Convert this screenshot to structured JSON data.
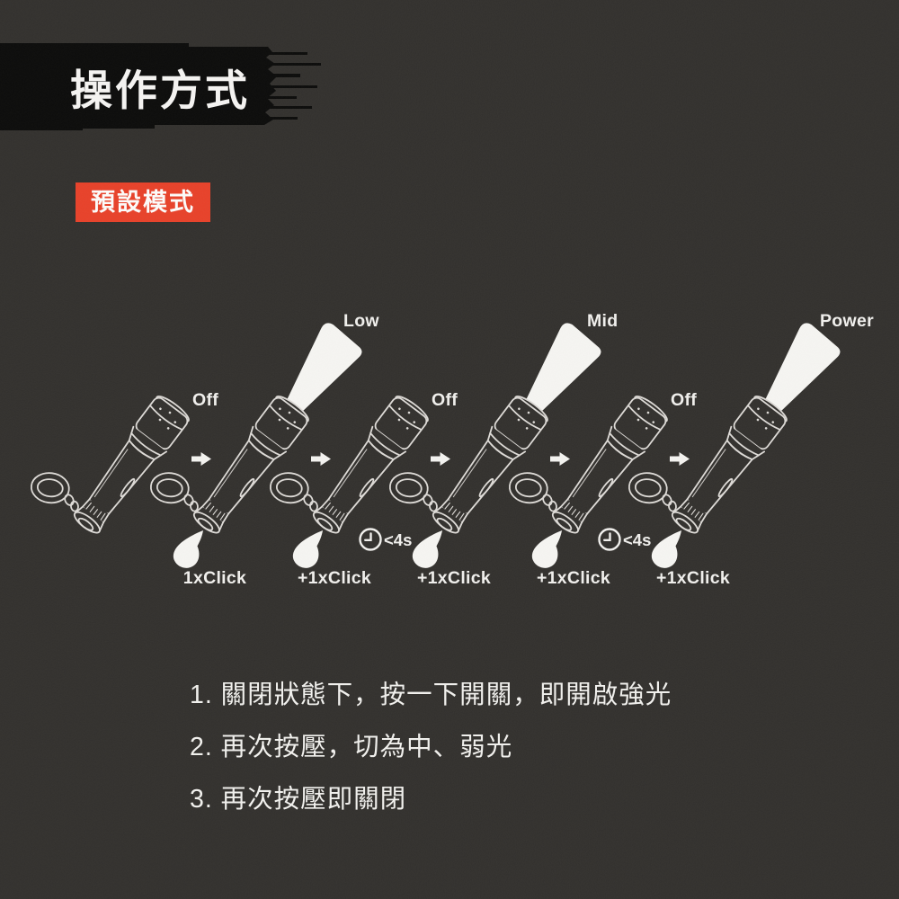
{
  "title": "操作方式",
  "badge": "預設模式",
  "flashlights": [
    {
      "state": "Off"
    },
    {
      "state": "Low",
      "click": "1xClick"
    },
    {
      "state": "Off",
      "click": "+1xClick",
      "timer": "<4s"
    },
    {
      "state": "Mid",
      "click": "+1xClick"
    },
    {
      "state": "Off",
      "click": "+1xClick",
      "timer": "<4s"
    },
    {
      "state": "Power",
      "click": "+1xClick"
    }
  ],
  "instructions": [
    "1. 關閉狀態下，按一下開關，即開啟強光",
    "2. 再次按壓，切為中、弱光",
    "3. 再次按壓即關閉"
  ],
  "colors": {
    "background": "#32302d",
    "title_brush": "#0b0b0a",
    "title_text": "#f5f4f2",
    "badge_background": "#e84129",
    "badge_text": "#fdfcfa",
    "line_art": "#dedbd7",
    "beam_and_pointer": "#f6f5f2",
    "label_text": "#f1f0ed"
  }
}
